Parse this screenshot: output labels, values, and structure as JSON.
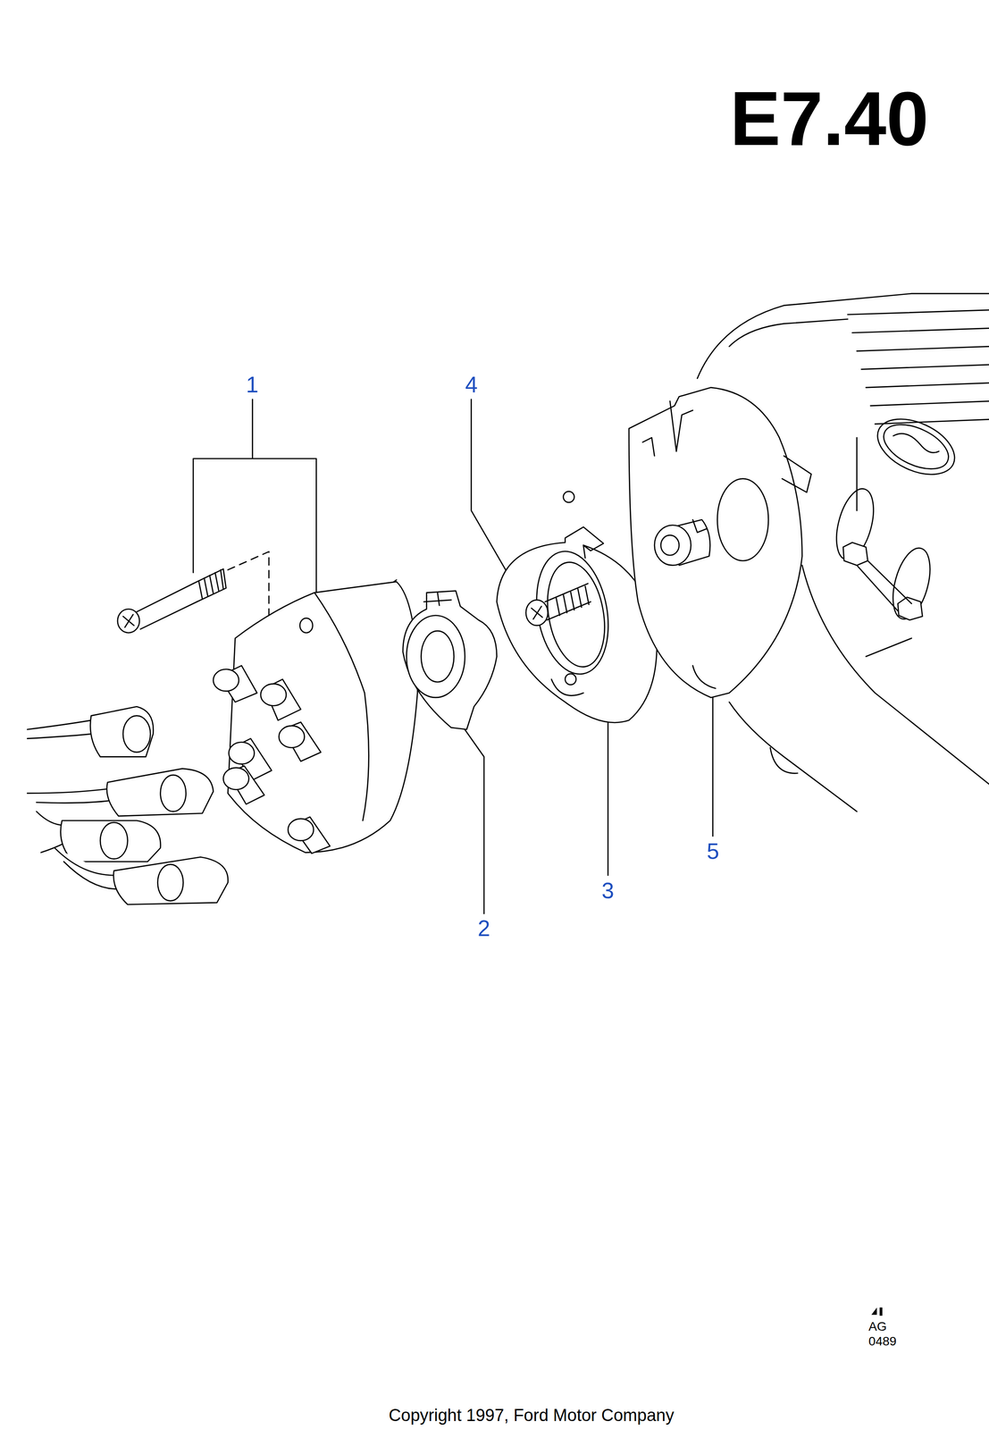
{
  "diagram": {
    "title": "E7.40",
    "caption": "Copyright 1997, Ford Motor Company",
    "labels": [
      "1",
      "4",
      "5",
      "3",
      "2",
      "AG",
      "0489"
    ]
  }
}
